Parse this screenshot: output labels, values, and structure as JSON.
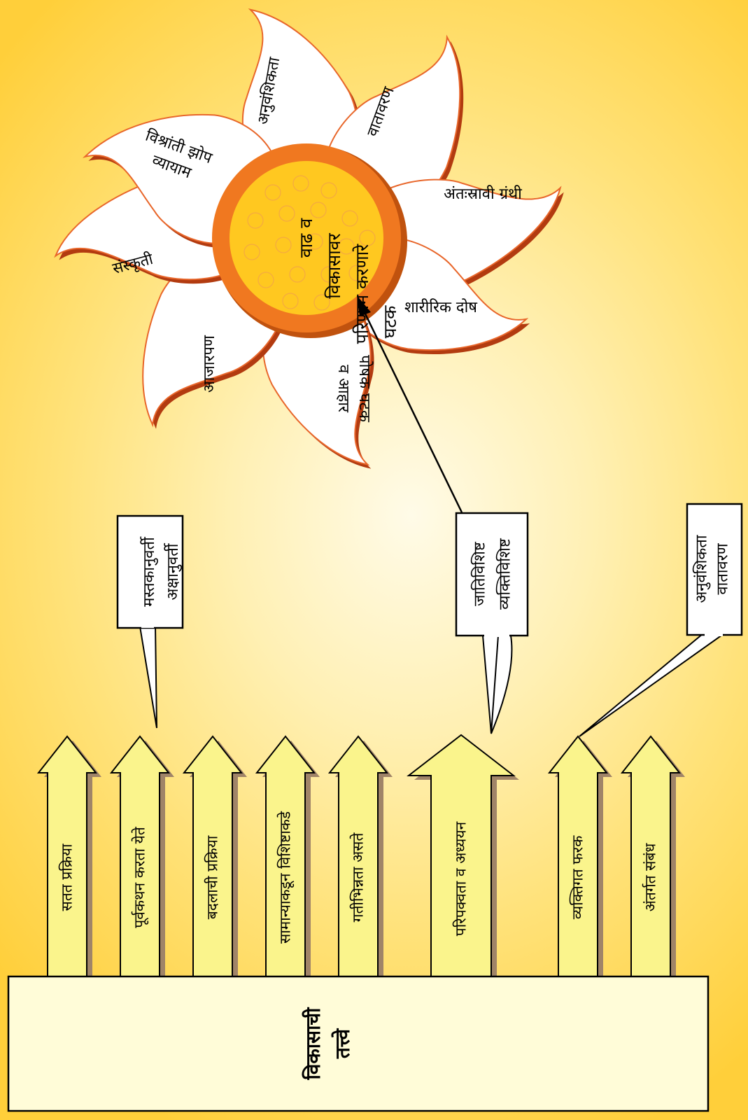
{
  "base": {
    "line1": "विकासाची",
    "line2": "तत्त्वे"
  },
  "principles": [
    {
      "label": "सतत प्रक्रिया"
    },
    {
      "label": "पूर्वकथन करता येते"
    },
    {
      "label": "बदलाची प्रक्रिया"
    },
    {
      "label": "सामान्याकडून विशिष्टाकडे"
    },
    {
      "label": "गतीभिन्नता असते"
    },
    {
      "label": "परिपक्वता व अध्ययन"
    },
    {
      "label": "व्यक्तिगत फरक"
    },
    {
      "label": "अंतर्गत संबंध"
    }
  ],
  "callouts": [
    {
      "line1": "मस्तकानुवर्ती",
      "line2": "अक्षानुवर्ती"
    },
    {
      "line1": "जातिविशिष्ट",
      "line2": "व्यक्तिविशिष्ट"
    },
    {
      "line1": "अनुवंशिकता",
      "line2": "वातावरण"
    }
  ],
  "sun": {
    "center_lines": [
      "वाढ व",
      "विकासावर",
      "परिणाम करणारे",
      "घटक"
    ],
    "petals": [
      {
        "line1": "अनुवंशिकता",
        "line2": ""
      },
      {
        "line1": "वातावरण",
        "line2": ""
      },
      {
        "line1": "अंतःस्रावी ग्रंथी",
        "line2": ""
      },
      {
        "line1": "शारीरिक दोष",
        "line2": ""
      },
      {
        "line1": "पोषक घटक",
        "line2": "व आहार"
      },
      {
        "line1": "आजारपण",
        "line2": ""
      },
      {
        "line1": "संस्कृती",
        "line2": ""
      },
      {
        "line1": "विश्रांती झोप",
        "line2": "व्यायाम"
      }
    ]
  },
  "colors": {
    "arrow_fill": "#faf48c",
    "arrow_shadow": "#a08468",
    "base_fill": "#fffcd8",
    "petal_edge": "#e8662a",
    "petal_shadow": "#b23b10",
    "sun_ring": "#f07820",
    "sun_core": "#ffc820"
  }
}
